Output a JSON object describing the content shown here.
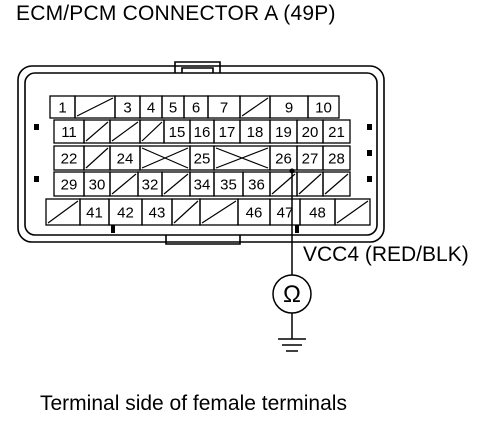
{
  "title": "ECM/PCM CONNECTOR A (49P)",
  "caption": "Terminal side of female terminals",
  "wire": {
    "label": "VCC4 (RED/BLK)",
    "connected_terminal": "26"
  },
  "meter_symbol": "Ω",
  "rows": [
    {
      "cells": [
        {
          "t": "1"
        },
        {
          "t": "",
          "blank": true
        },
        {
          "t": "3"
        },
        {
          "t": "4"
        },
        {
          "t": "5"
        },
        {
          "t": "6"
        },
        {
          "t": "7"
        },
        {
          "t": "",
          "blank": true
        },
        {
          "t": "9"
        },
        {
          "t": "10"
        }
      ]
    },
    {
      "cells": [
        {
          "t": "11"
        },
        {
          "t": "",
          "blank": true
        },
        {
          "t": "",
          "blank": true
        },
        {
          "t": "",
          "blank": true
        },
        {
          "t": "15"
        },
        {
          "t": "16"
        },
        {
          "t": "17"
        },
        {
          "t": "18"
        },
        {
          "t": "19"
        },
        {
          "t": "20"
        },
        {
          "t": "21"
        }
      ]
    },
    {
      "cells": [
        {
          "t": "22"
        },
        {
          "t": "",
          "blank": true
        },
        {
          "t": "24"
        },
        {
          "t": "",
          "x": true
        },
        {
          "t": "25"
        },
        {
          "t": "",
          "x": true
        },
        {
          "t": "26"
        },
        {
          "t": "27"
        },
        {
          "t": "28"
        }
      ]
    },
    {
      "cells": [
        {
          "t": "29"
        },
        {
          "t": "30"
        },
        {
          "t": "",
          "blank": true
        },
        {
          "t": "32"
        },
        {
          "t": "",
          "blank": true
        },
        {
          "t": "34"
        },
        {
          "t": "35"
        },
        {
          "t": "36"
        },
        {
          "t": "",
          "blank": true
        },
        {
          "t": "",
          "blank": true
        },
        {
          "t": "",
          "blank": true
        }
      ]
    },
    {
      "cells": [
        {
          "t": "",
          "blank": true
        },
        {
          "t": "41"
        },
        {
          "t": "42"
        },
        {
          "t": "43"
        },
        {
          "t": "",
          "blank": true
        },
        {
          "t": "",
          "blank": true
        },
        {
          "t": "46"
        },
        {
          "t": "47"
        },
        {
          "t": "48"
        },
        {
          "t": "",
          "blank": true
        }
      ]
    }
  ]
}
